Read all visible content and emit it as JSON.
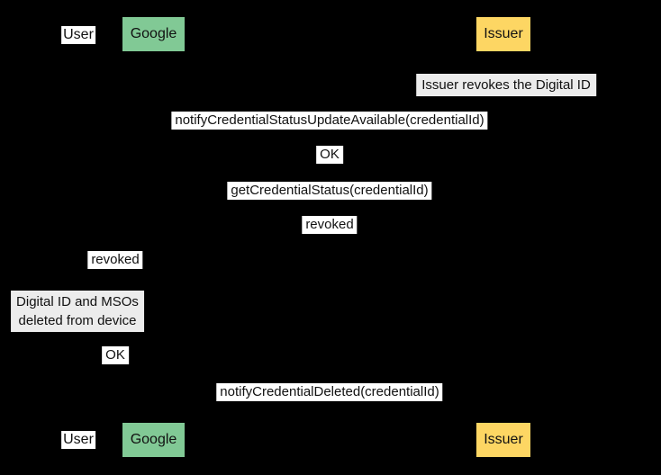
{
  "diagram_type": "sequence-diagram",
  "actors": {
    "user": "User",
    "google": "Google",
    "issuer": "Issuer"
  },
  "colors": {
    "background": "#000000",
    "google_box": "#81c995",
    "issuer_box": "#fdd663",
    "message_bg": "#ffffff",
    "note_bg": "#ececec",
    "text": "#111111"
  },
  "notes": {
    "issuer_revokes": "Issuer revokes the Digital ID",
    "deleted_line1": "Digital ID and MSOs",
    "deleted_line2": "deleted from device"
  },
  "messages": {
    "notify_update": "notifyCredentialStatusUpdateAvailable(credentialId)",
    "ok_issuer": "OK",
    "get_status": "getCredentialStatus(credentialId)",
    "revoked_issuer": "revoked",
    "revoked_user": "revoked",
    "ok_user": "OK",
    "notify_deleted": "notifyCredentialDeleted(credentialId)"
  }
}
